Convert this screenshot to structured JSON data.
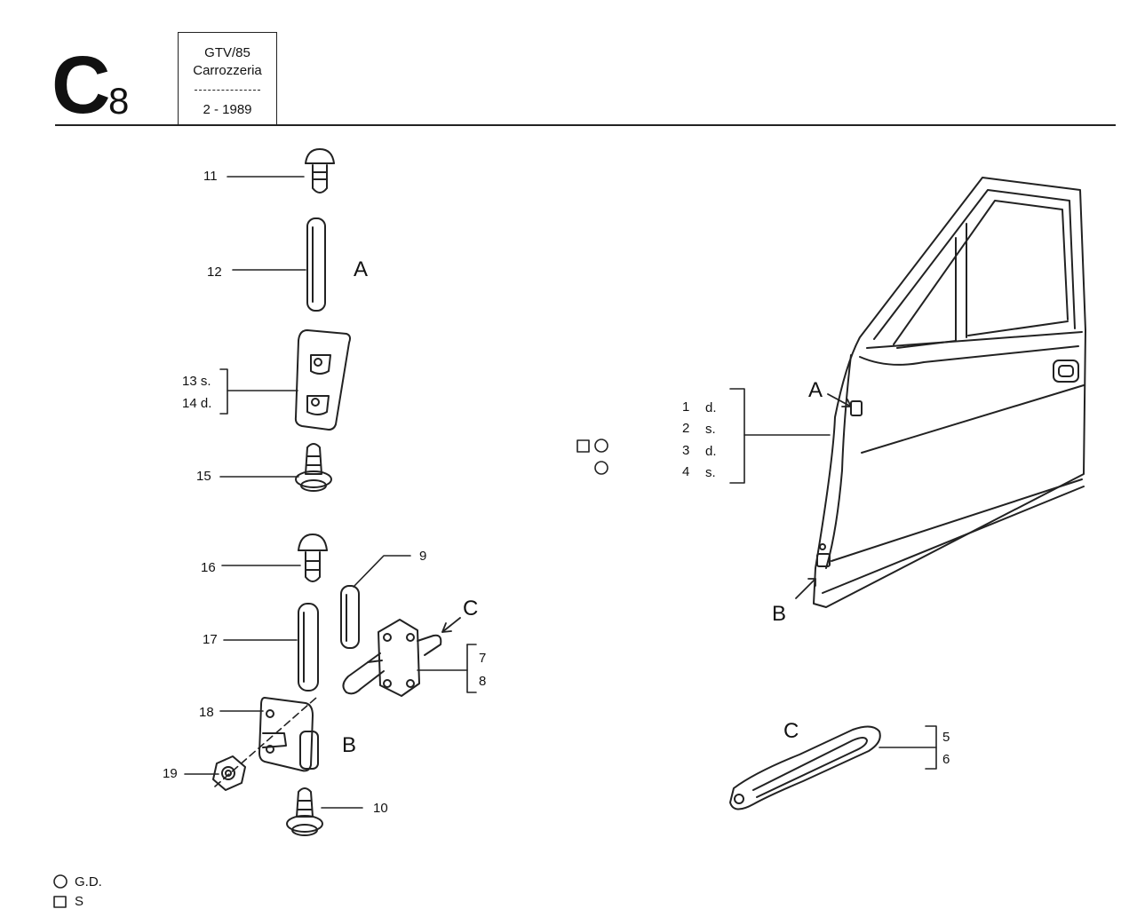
{
  "header": {
    "section_letter": "C",
    "section_number": "8",
    "model": "GTV/85",
    "group": "Carrozzeria",
    "date": "2 - 1989"
  },
  "callouts": {
    "n11": "11",
    "n12": "12",
    "n13": "13 s.",
    "n14": "14 d.",
    "n15": "15",
    "n16": "16",
    "n9": "9",
    "n17": "17",
    "n7": "7",
    "n8": "8",
    "n18": "18",
    "n19": "19",
    "n10": "10",
    "n1": "1",
    "n1s": "d.",
    "n2": "2",
    "n2s": "s.",
    "n3": "3",
    "n3s": "d.",
    "n4": "4",
    "n4s": "s.",
    "n5": "5",
    "n6": "6"
  },
  "detail_labels": {
    "a_left": "A",
    "b_left": "B",
    "c_left": "C",
    "a_door": "A",
    "b_door": "B",
    "c_bottom": "C"
  },
  "legend": [
    {
      "symbol": "circle",
      "text": "G.D."
    },
    {
      "symbol": "square",
      "text": "S"
    }
  ]
}
